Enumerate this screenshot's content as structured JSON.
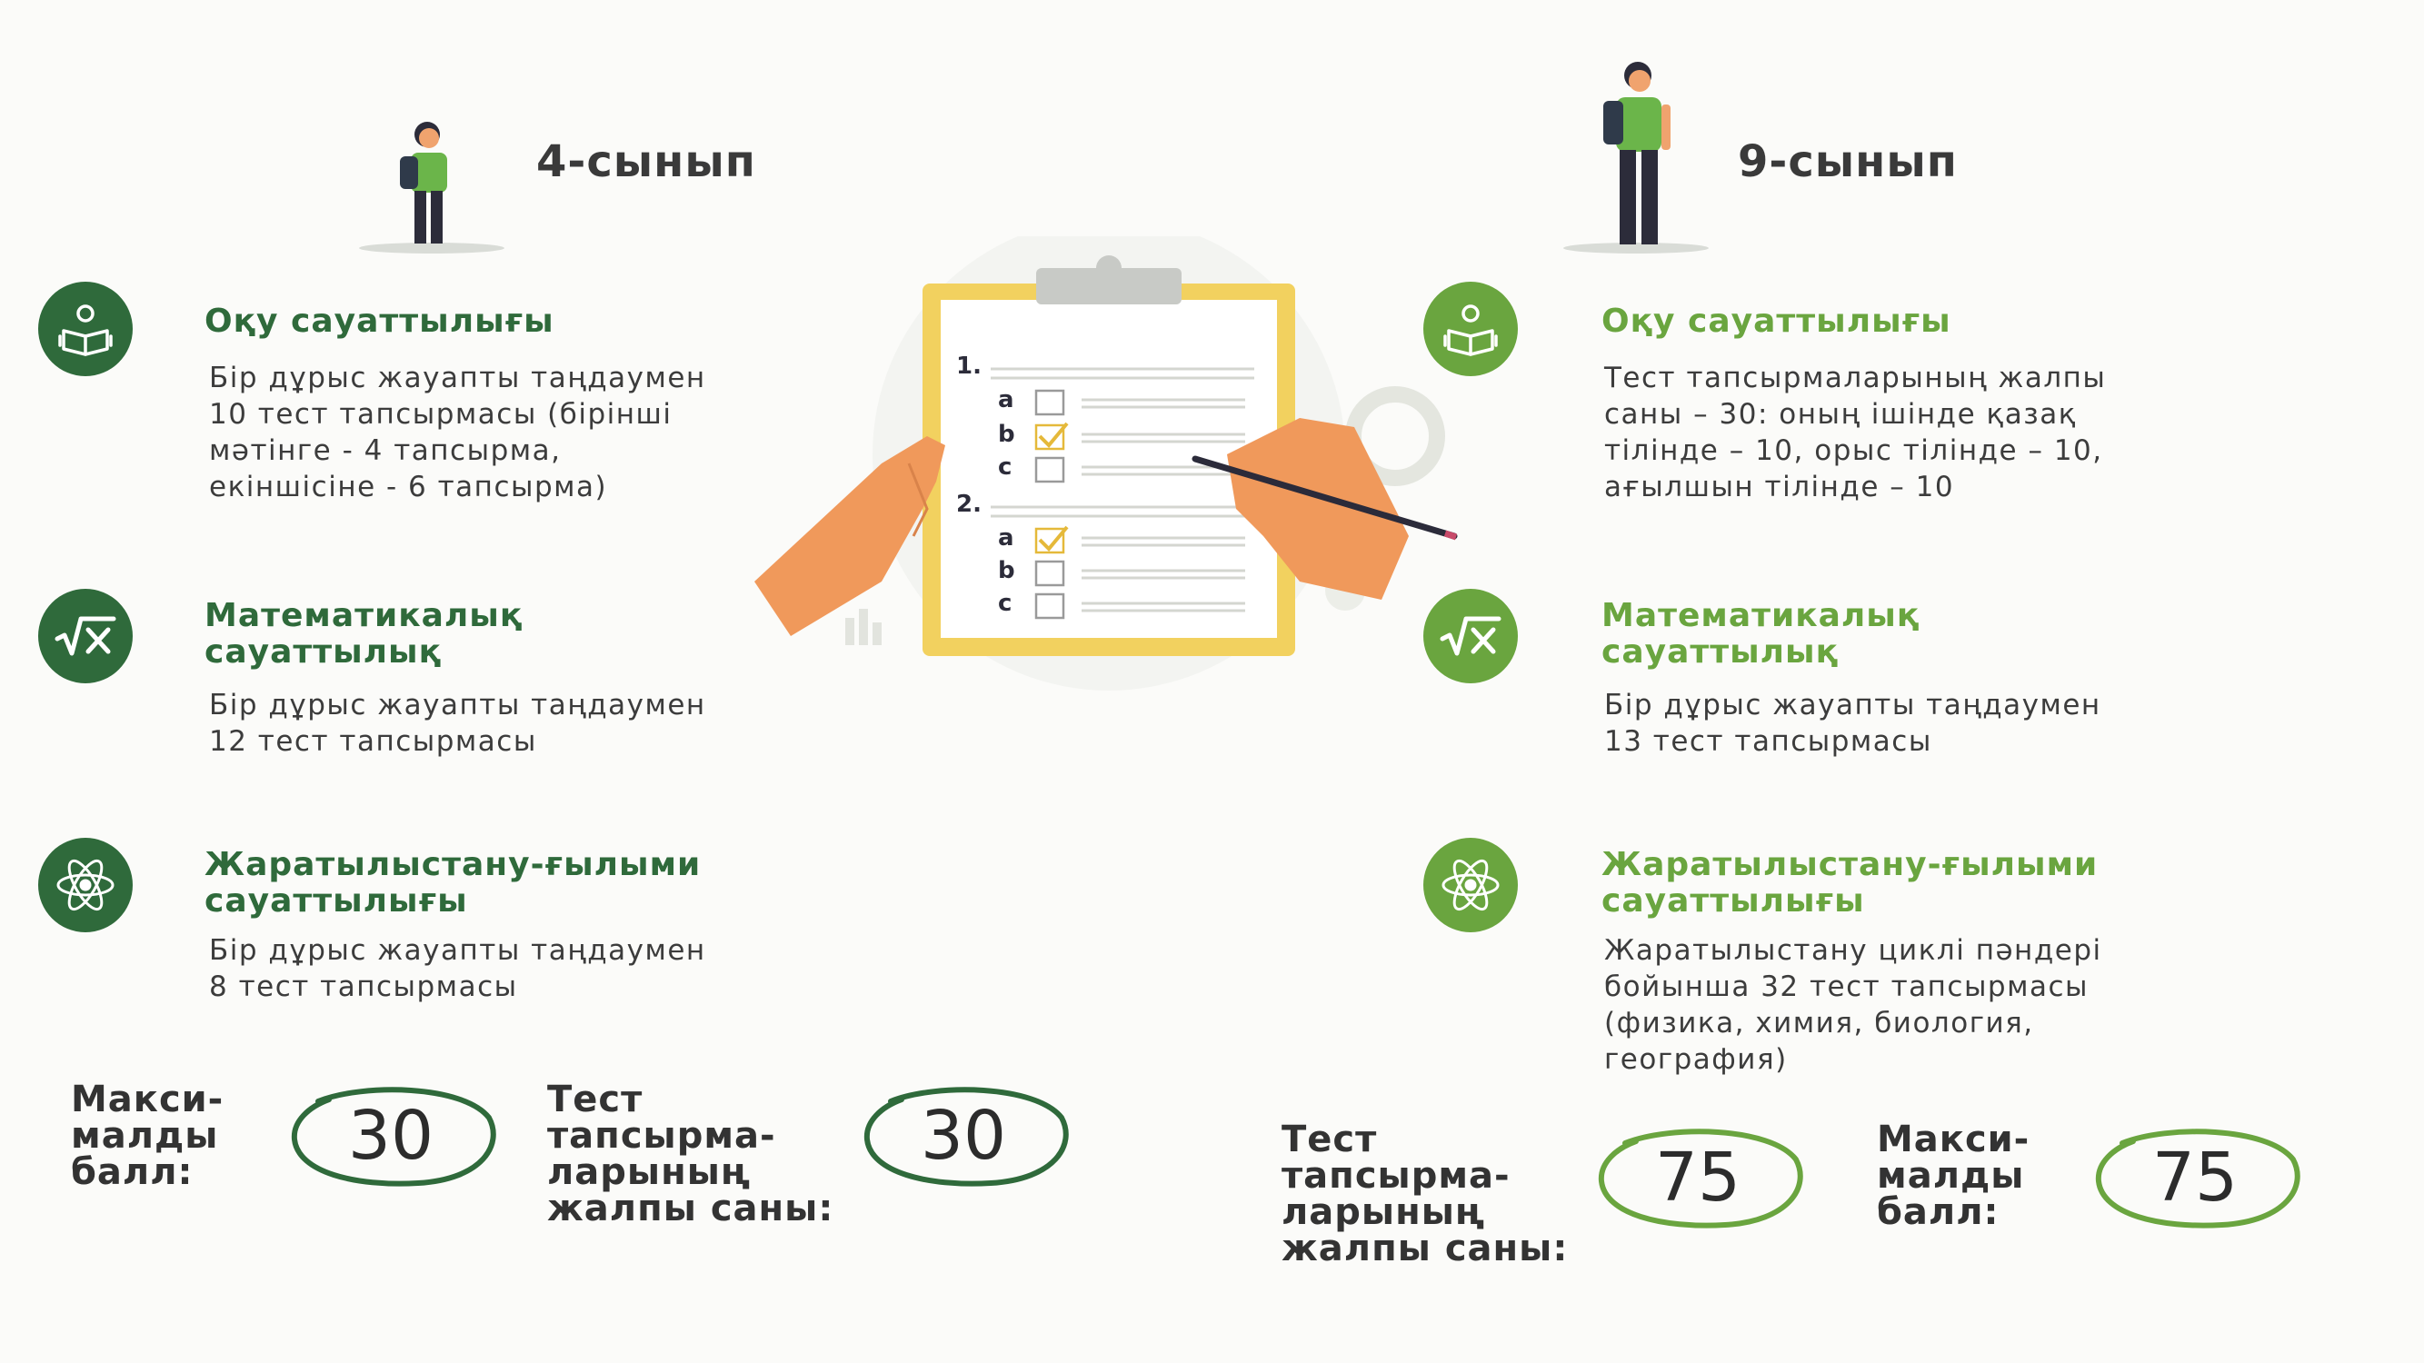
{
  "colors": {
    "left_accent": "#2f6a3b",
    "right_accent": "#6aa53f",
    "clipboard": "#f2d15f",
    "hands": "#f0995b"
  },
  "left": {
    "grade": "4-сынып",
    "sections": [
      {
        "icon": "reading-icon",
        "title": "Оқу сауаттылығы",
        "body": "Бір дұрыс жауапты таңдаумен\n10 тест тапсырмасы (бірінші\nмәтінге - 4 тапсырма,\nекіншісіне - 6 тапсырма)"
      },
      {
        "icon": "square-root-icon",
        "title": "Математикалық\nсауаттылық",
        "body": "Бір дұрыс жауапты таңдаумен\n12 тест тапсырмасы"
      },
      {
        "icon": "atom-icon",
        "title": "Жаратылыстану-ғылыми\nсауаттылығы",
        "body": "Бір дұрыс жауапты таңдаумен\n8 тест тапсырмасы"
      }
    ],
    "stats": [
      {
        "label": "Макси-\nмалды\nбалл:",
        "value": "30"
      },
      {
        "label": "Тест\nтапсырма-\nларының\nжалпы саны:",
        "value": "30"
      }
    ]
  },
  "right": {
    "grade": "9-сынып",
    "sections": [
      {
        "icon": "reading-icon",
        "title": "Оқу сауаттылығы",
        "body": "Тест тапсырмаларының жалпы\nсаны – 30: оның ішінде қазақ\nтілінде – 10, орыс тілінде – 10,\nағылшын тілінде – 10"
      },
      {
        "icon": "square-root-icon",
        "title": "Математикалық\nсауаттылық",
        "body": "Бір дұрыс жауапты таңдаумен\n13 тест тапсырмасы"
      },
      {
        "icon": "atom-icon",
        "title": "Жаратылыстану-ғылыми\nсауаттылығы",
        "body": "Жаратылыстану циклі пәндері\nбойынша 32 тест тапсырмасы\n(физика, химия, биология,\nгеография)"
      }
    ],
    "stats": [
      {
        "label": "Тест\nтапсырма-\nларының\nжалпы саны:",
        "value": "75"
      },
      {
        "label": "Макси-\nмалды\nбалл:",
        "value": "75"
      }
    ]
  },
  "clipboard": {
    "q1": "1.",
    "q2": "2.",
    "options": [
      "a",
      "b",
      "c"
    ]
  }
}
